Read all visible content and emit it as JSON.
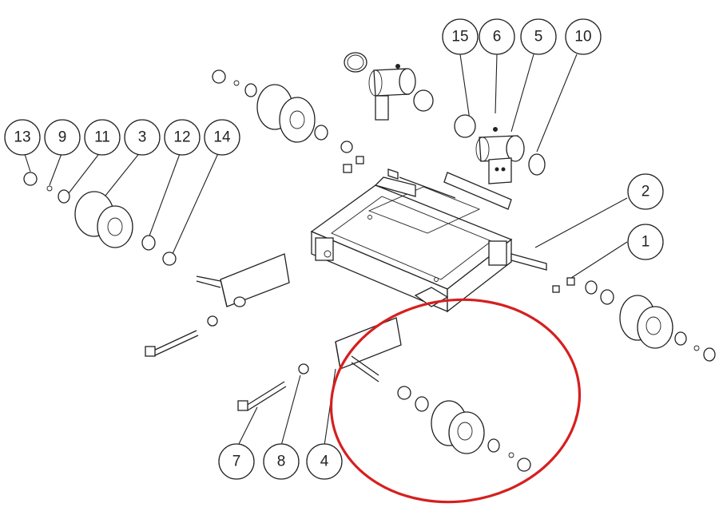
{
  "callouts": [
    {
      "id": "c15",
      "label": "15"
    },
    {
      "id": "c6",
      "label": "6"
    },
    {
      "id": "c5",
      "label": "5"
    },
    {
      "id": "c10",
      "label": "10"
    },
    {
      "id": "c13",
      "label": "13"
    },
    {
      "id": "c9",
      "label": "9"
    },
    {
      "id": "c11",
      "label": "11"
    },
    {
      "id": "c3",
      "label": "3"
    },
    {
      "id": "c12",
      "label": "12"
    },
    {
      "id": "c14",
      "label": "14"
    },
    {
      "id": "c2",
      "label": "2"
    },
    {
      "id": "c1",
      "label": "1"
    },
    {
      "id": "c7",
      "label": "7"
    },
    {
      "id": "c8",
      "label": "8"
    },
    {
      "id": "c4",
      "label": "4"
    }
  ],
  "highlight": {
    "color": "#d61f1f"
  }
}
